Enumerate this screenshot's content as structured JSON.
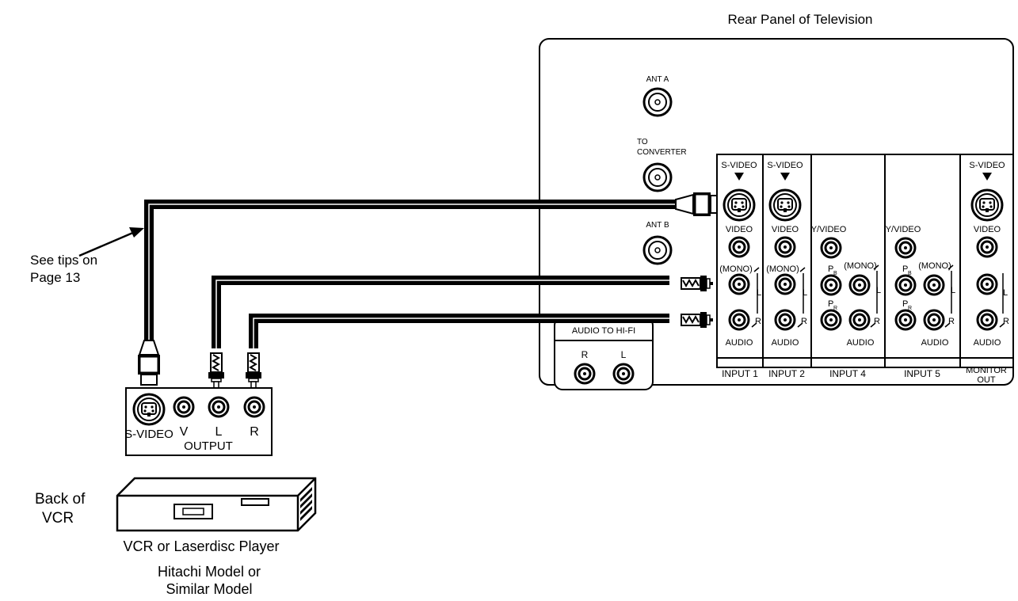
{
  "tv_panel": {
    "title": "Rear Panel of Television",
    "ant_a": "ANT A",
    "to_converter_line1": "TO",
    "to_converter_line2": "CONVERTER",
    "ant_b": "ANT B",
    "audio_hifi": {
      "label": "AUDIO TO HI-FI",
      "r": "R",
      "l": "L"
    },
    "columns": [
      {
        "svideo": "S-VIDEO",
        "video": "VIDEO",
        "mono": "(MONO)",
        "l": "L",
        "r": "R",
        "audio": "AUDIO",
        "name": "INPUT 1"
      },
      {
        "svideo": "S-VIDEO",
        "video": "VIDEO",
        "mono": "(MONO)",
        "l": "L",
        "r": "R",
        "audio": "AUDIO",
        "name": "INPUT 2"
      },
      {
        "yvideo": "Y/VIDEO",
        "pb": "P",
        "pb_sub": "B",
        "pr": "P",
        "pr_sub": "R",
        "mono": "(MONO)",
        "l": "L",
        "r": "R",
        "audio": "AUDIO",
        "name": "INPUT 4"
      },
      {
        "yvideo": "Y/VIDEO",
        "pb": "P",
        "pb_sub": "B",
        "pr": "P",
        "pr_sub": "R",
        "mono": "(MONO)",
        "l": "L",
        "r": "R",
        "audio": "AUDIO",
        "name": "INPUT 5"
      },
      {
        "svideo": "S-VIDEO",
        "video": "VIDEO",
        "l": "L",
        "r": "R",
        "audio": "AUDIO",
        "name_line1": "MONITOR",
        "name_line2": "OUT"
      }
    ]
  },
  "vcr": {
    "svideo": "S-VIDEO",
    "v": "V",
    "l": "L",
    "r": "R",
    "output": "OUTPUT",
    "back_line1": "Back of",
    "back_line2": "VCR",
    "caption": "VCR or Laserdisc Player",
    "model_line1": "Hitachi Model or",
    "model_line2": "Similar Model"
  },
  "tip": {
    "line1": "See tips on",
    "line2": "Page 13"
  }
}
